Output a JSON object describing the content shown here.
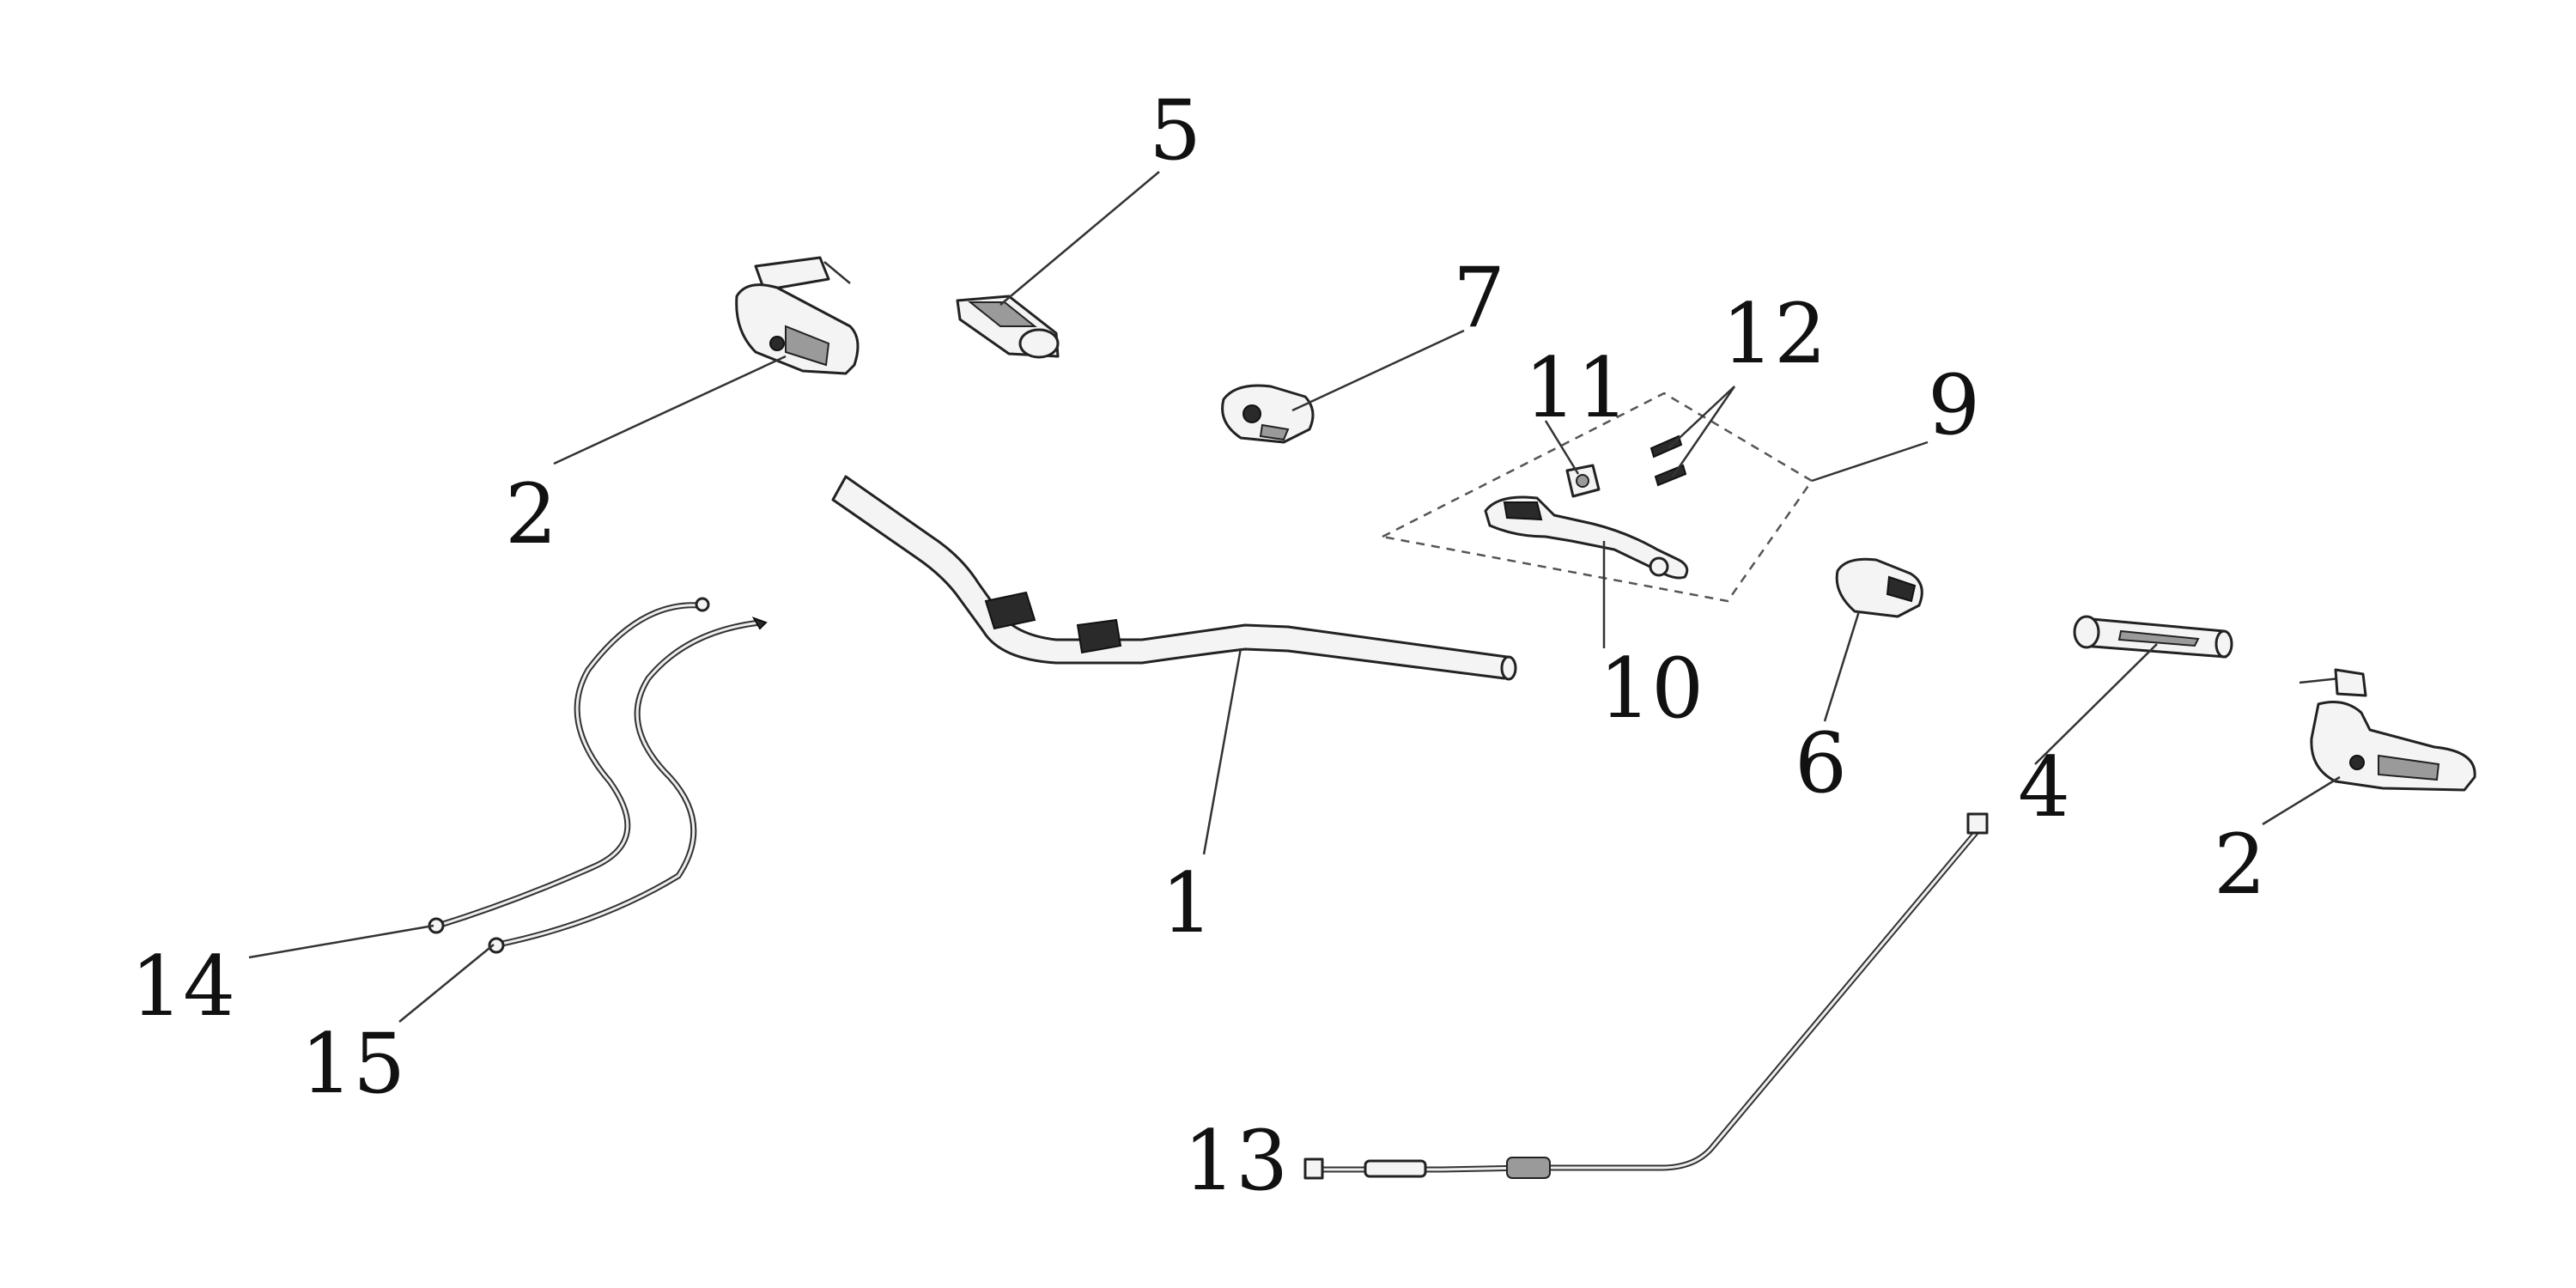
{
  "callouts": {
    "c1": "1",
    "c2_left": "2",
    "c2_right": "2",
    "c4": "4",
    "c5": "5",
    "c6": "6",
    "c7": "7",
    "c9": "9",
    "c10": "10",
    "c11": "11",
    "c12": "12",
    "c13": "13",
    "c14": "14",
    "c15": "15"
  }
}
